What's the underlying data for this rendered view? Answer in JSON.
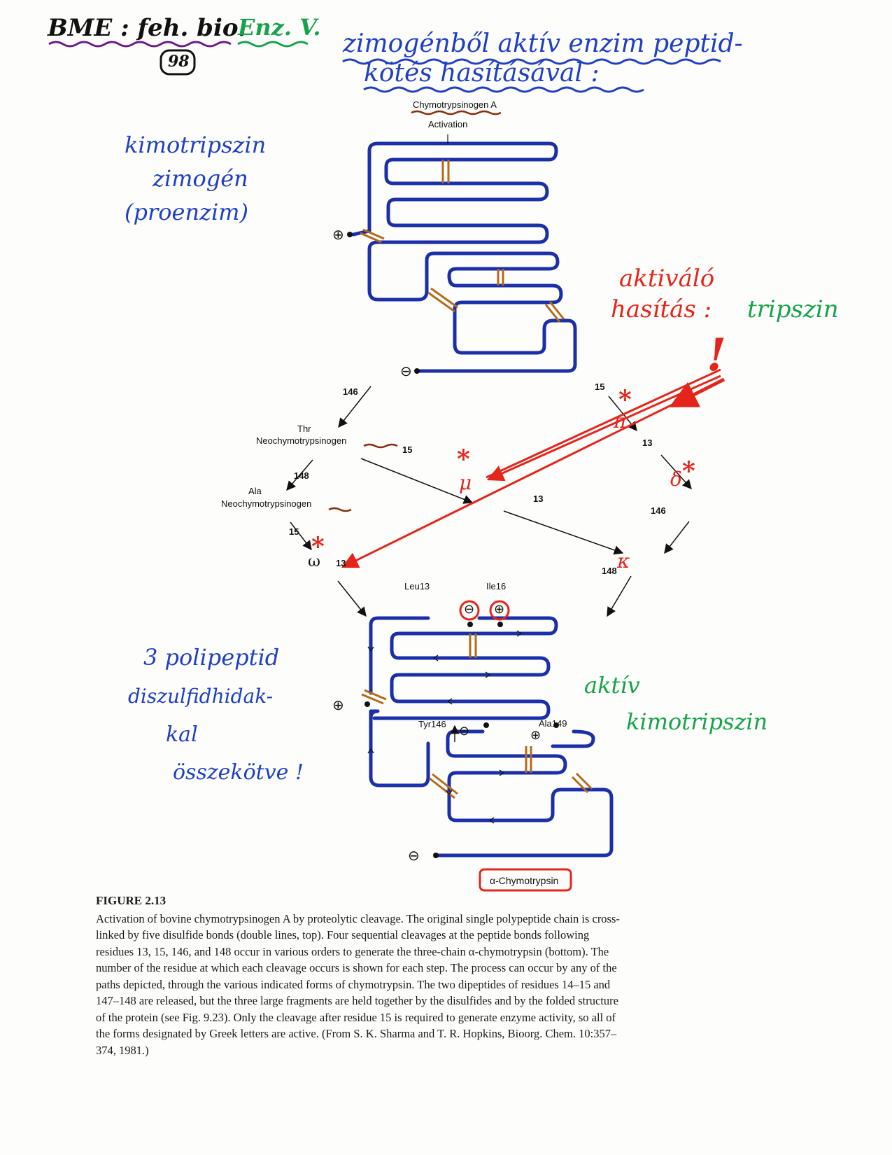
{
  "header": {
    "course": "BME : feh. bio.",
    "course_tag": "Enz. V.",
    "page_no": "98",
    "title_line1": "zimogénből aktív enzim peptid-",
    "title_line2": "kötés hasításával :"
  },
  "top_structure": {
    "name": "Chymotrypsinogen A",
    "activation_label": "Activation",
    "n_terminus": "⊕",
    "c_terminus": "⊖"
  },
  "annotations": {
    "zymogen_note": [
      "kimotripszin",
      "zimogén",
      "(proenzim)"
    ],
    "activating_cleavage": [
      "aktiváló",
      "hasítás :"
    ],
    "activating_enzyme": "tripszin",
    "exclamation": "!",
    "active_note": [
      "aktív",
      "kimotripszin"
    ],
    "polypeptide_note": [
      "3 polipeptid",
      "diszulfidhidak-",
      "kal",
      "összekötve !"
    ]
  },
  "pathway": {
    "left_branch": {
      "form1_residue": "Thr",
      "form1_name": "Neochymotrypsinogen",
      "form2_residue": "Ala",
      "form2_name": "Neochymotrypsinogen",
      "cut_146": "146",
      "cut_148": "148",
      "cut_15": "15",
      "cut_13": "13",
      "omega": "ω"
    },
    "middle": {
      "cut_15": "15",
      "cut_13": "13",
      "mu": "μ"
    },
    "right_branch": {
      "cut_15": "15",
      "pi": "π",
      "cut_13": "13",
      "delta": "δ",
      "cut_146": "146",
      "kappa": "κ",
      "cut_148": "148"
    },
    "asterisk": "*"
  },
  "bottom_structure": {
    "leu_label": "Leu13",
    "ile_label": "Ile16",
    "tyr_label": "Tyr146",
    "ala_label": "Ala149",
    "minus": "⊖",
    "plus": "⊕",
    "name": "α-Chymotrypsin"
  },
  "caption": {
    "figure_label": "FIGURE 2.13",
    "text": "Activation of bovine chymotrypsinogen A by proteolytic cleavage. The original single polypeptide chain is cross-linked by five disulfide bonds (double lines, top). Four sequential cleavages at the peptide bonds following residues 13, 15, 146, and 148 occur in various orders to generate the three-chain α-chymotrypsin (bottom). The number of the residue at which each cleavage occurs is shown for each step. The process can occur by any of the paths depicted, through the various indicated forms of chymotrypsin. The two dipeptides of residues 14–15 and 147–148 are released, but the three large fragments are held together by the disulfides and by the folded structure of the protein (see Fig. 9.23). Only the cleavage after residue 15 is required to generate enzyme activity, so all of the forms designated by Greek letters are active. (From S. K. Sharma and T. R. Hopkins, Bioorg. Chem. 10:357–374, 1981.)"
  },
  "colors": {
    "chain": "#1b2fa8",
    "disulfide": "#b26a1c",
    "annotation_red": "#e4251b",
    "annotation_blue": "#1f3fc4",
    "annotation_green": "#16a34a"
  }
}
